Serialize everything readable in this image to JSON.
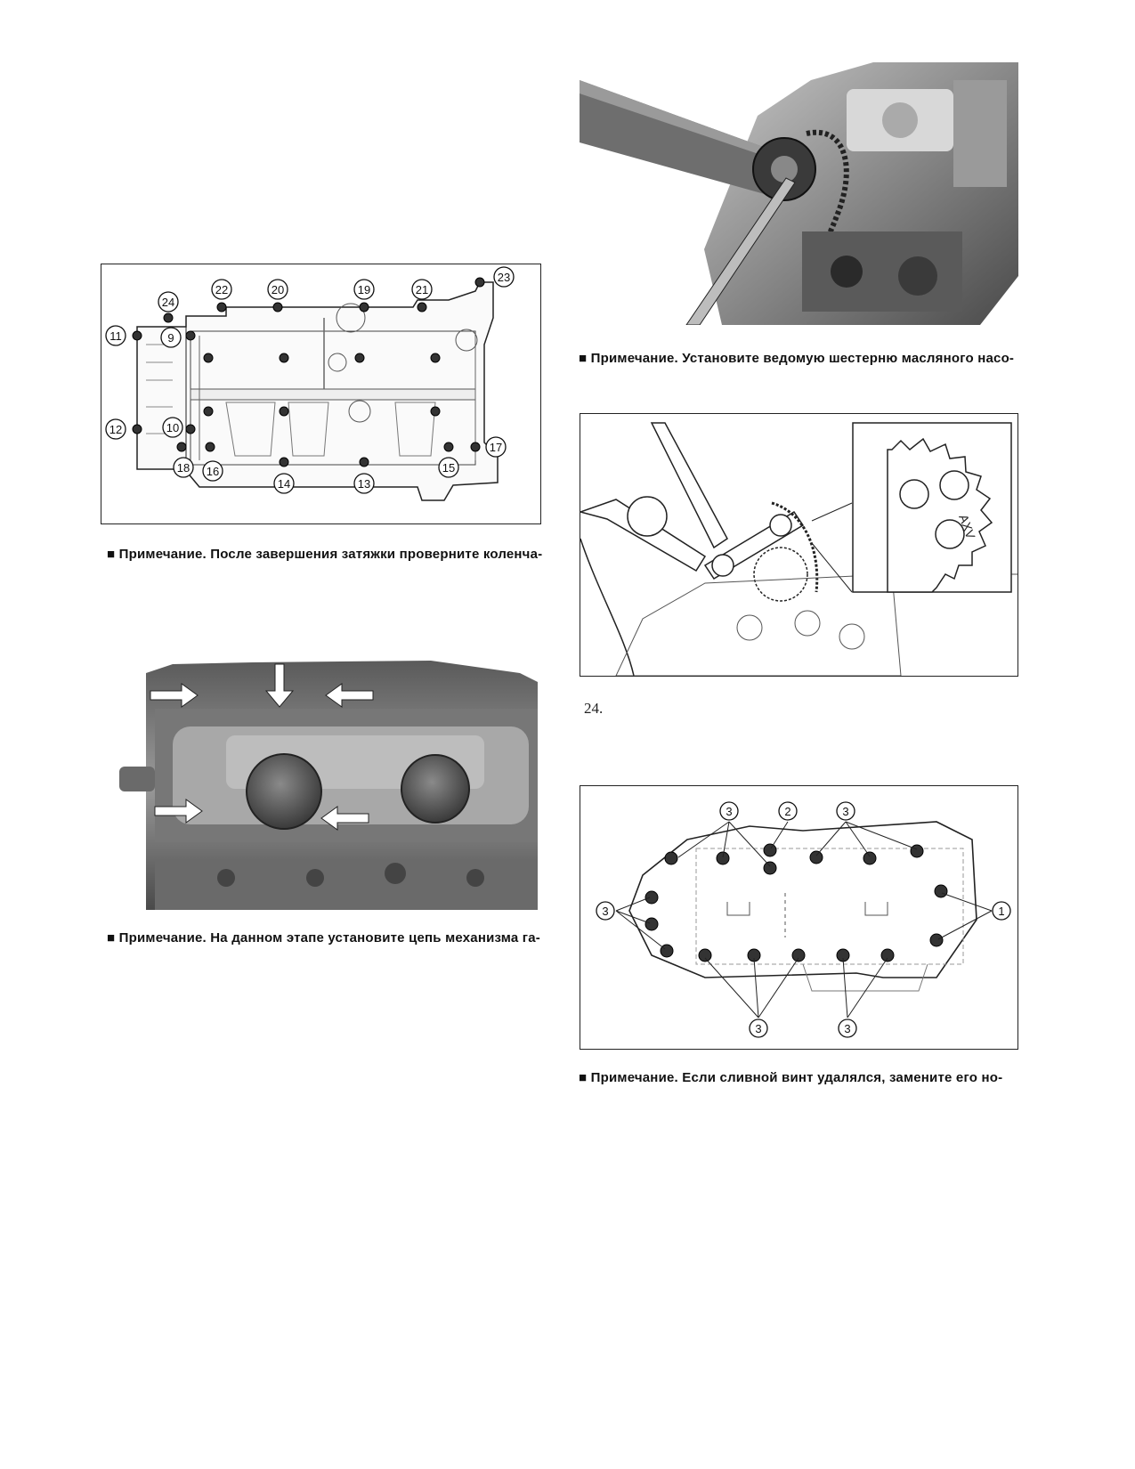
{
  "captions": {
    "left_1": "■ Примечание. После завершения затяжки проверните коленча-",
    "left_2": "■ Примечание. На данном этапе установите цепь механизма га-",
    "right_1": "■ Примечание. Установите ведомую шестерню масляного насо-",
    "right_2": "■ Примечание. Если сливной винт удалялся, замените его но-"
  },
  "page_number": "24.",
  "figure1_callouts": [
    "24",
    "22",
    "20",
    "19",
    "21",
    "23",
    "11",
    "9",
    "12",
    "10",
    "18",
    "16",
    "14",
    "13",
    "15",
    "17"
  ],
  "figure4_gear_marking": "AXV",
  "figure5_callouts": [
    "3",
    "2",
    "3",
    "3",
    "1",
    "3",
    "3"
  ]
}
